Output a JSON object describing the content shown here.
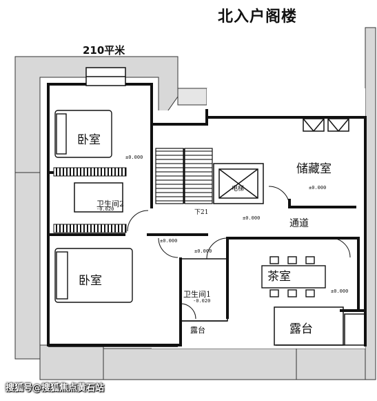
{
  "title": "北入户阁楼",
  "area": "210平米",
  "rooms": {
    "bedroom_top": "卧室",
    "bedroom_bottom": "卧室",
    "storage": "储藏室",
    "corridor": "通道",
    "tea_room": "茶室",
    "terrace_left": "露台",
    "terrace_right": "露台",
    "bath2": "卫生间2",
    "bath1": "卫生间1",
    "elevator": "电梯",
    "stair_down": "下21"
  },
  "levels": {
    "bedroom_top": "±0.000",
    "bath2": "-0.020",
    "storage": "±0.000",
    "corridor": "±0.000",
    "landing": "±0.000",
    "landing2": "±0.000",
    "bath1": "-0.020",
    "tea_room": "±0.000"
  },
  "watermark": "搜狐号@搜狐焦点黄石站"
}
